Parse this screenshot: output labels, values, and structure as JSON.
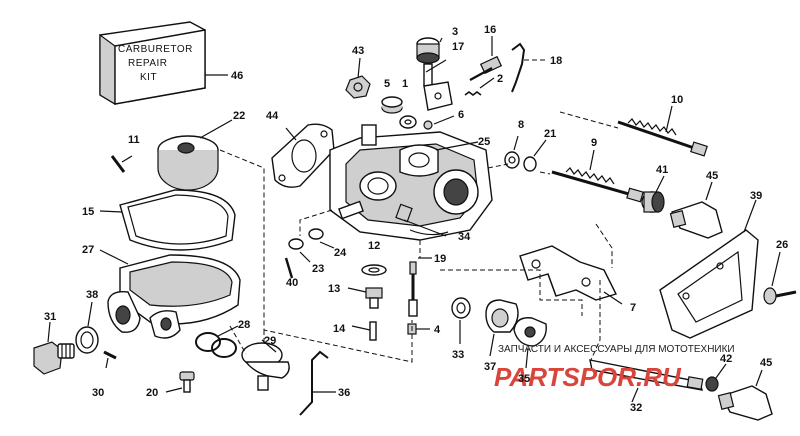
{
  "kit_box": {
    "line1": "CARBURETOR",
    "line2": "REPAIR",
    "line3": "KIT"
  },
  "callouts": [
    {
      "n": "1"
    },
    {
      "n": "2"
    },
    {
      "n": "3"
    },
    {
      "n": "4"
    },
    {
      "n": "5"
    },
    {
      "n": "6"
    },
    {
      "n": "7"
    },
    {
      "n": "8"
    },
    {
      "n": "9"
    },
    {
      "n": "10"
    },
    {
      "n": "11"
    },
    {
      "n": "12"
    },
    {
      "n": "13"
    },
    {
      "n": "14"
    },
    {
      "n": "15"
    },
    {
      "n": "16"
    },
    {
      "n": "17"
    },
    {
      "n": "18"
    },
    {
      "n": "19"
    },
    {
      "n": "20"
    },
    {
      "n": "21"
    },
    {
      "n": "22"
    },
    {
      "n": "23"
    },
    {
      "n": "24"
    },
    {
      "n": "25"
    },
    {
      "n": "26"
    },
    {
      "n": "27"
    },
    {
      "n": "28"
    },
    {
      "n": "29"
    },
    {
      "n": "30"
    },
    {
      "n": "31"
    },
    {
      "n": "32"
    },
    {
      "n": "33"
    },
    {
      "n": "34"
    },
    {
      "n": "35"
    },
    {
      "n": "36"
    },
    {
      "n": "37"
    },
    {
      "n": "38"
    },
    {
      "n": "39"
    },
    {
      "n": "40"
    },
    {
      "n": "41"
    },
    {
      "n": "42"
    },
    {
      "n": "43"
    },
    {
      "n": "44"
    },
    {
      "n": "45"
    },
    {
      "n": "45"
    },
    {
      "n": "46"
    }
  ],
  "watermark": {
    "top_text": "ЗАПЧАСТИ И АКСЕССУАРЫ ДЛЯ МОТОТЕХНИКИ",
    "logo_text": "PARTSPOR.RU",
    "logo_color": "#d9453a"
  }
}
